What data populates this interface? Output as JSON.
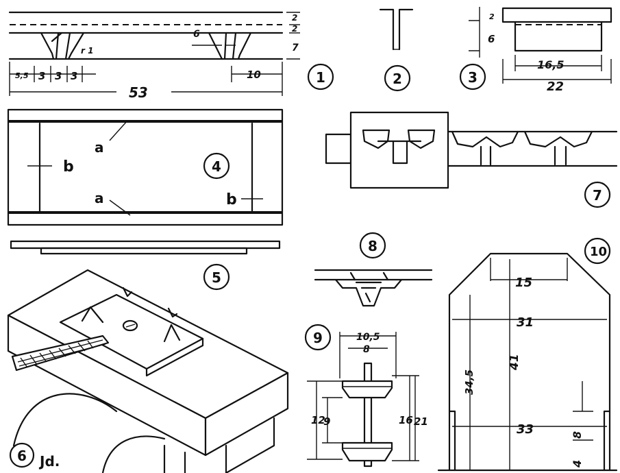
{
  "figures": {
    "f1": {
      "number": "1",
      "dims": {
        "a": "5,5",
        "b": "3",
        "c": "3",
        "d": "3",
        "e": "10",
        "total": "53",
        "h1": "2",
        "h2": "2",
        "h3": "7",
        "h4": "6",
        "r": "r 1"
      }
    },
    "f2": {
      "number": "2"
    },
    "f3": {
      "number": "3",
      "dims": {
        "h1": "2",
        "h2": "6",
        "inner": "16,5",
        "outer": "22"
      }
    },
    "f4": {
      "number": "4",
      "labels": {
        "a1": "a",
        "a2": "a",
        "b1": "b",
        "b2": "b"
      }
    },
    "f5": {
      "number": "5"
    },
    "f6": {
      "number": "6",
      "signature": "Jd."
    },
    "f7": {
      "number": "7"
    },
    "f8": {
      "number": "8"
    },
    "f9": {
      "number": "9",
      "dims": {
        "top": "10,5",
        "topInner": "8",
        "l1": "12",
        "l2": "9",
        "r1": "16",
        "r2": "21"
      }
    },
    "f10": {
      "number": "10",
      "dims": {
        "top": "15",
        "mid": "31",
        "low": "33",
        "h1": "34,5",
        "h2": "41",
        "s1": "8",
        "s2": "4"
      }
    }
  }
}
